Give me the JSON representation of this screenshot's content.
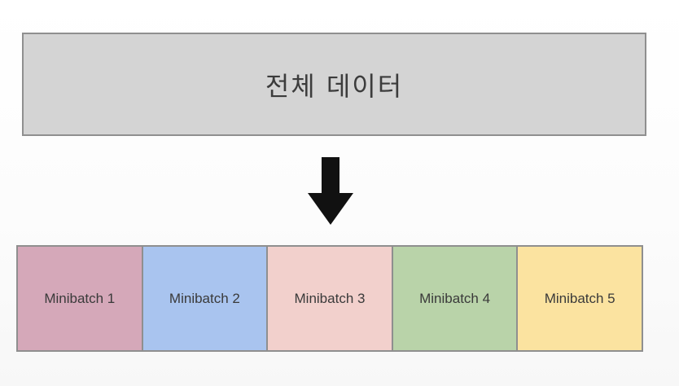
{
  "top_box": {
    "label": "전체 데이터",
    "fill_color": "#d4d4d4"
  },
  "arrow": {
    "icon": "down-arrow-icon",
    "color": "#111111"
  },
  "minibatches": [
    {
      "label": "Minibatch 1",
      "color": "#d5a8b9"
    },
    {
      "label": "Minibatch 2",
      "color": "#a9c4ef"
    },
    {
      "label": "Minibatch 3",
      "color": "#f2d0cc"
    },
    {
      "label": "Minibatch 4",
      "color": "#b9d3a9"
    },
    {
      "label": "Minibatch 5",
      "color": "#fbe3a0"
    }
  ]
}
